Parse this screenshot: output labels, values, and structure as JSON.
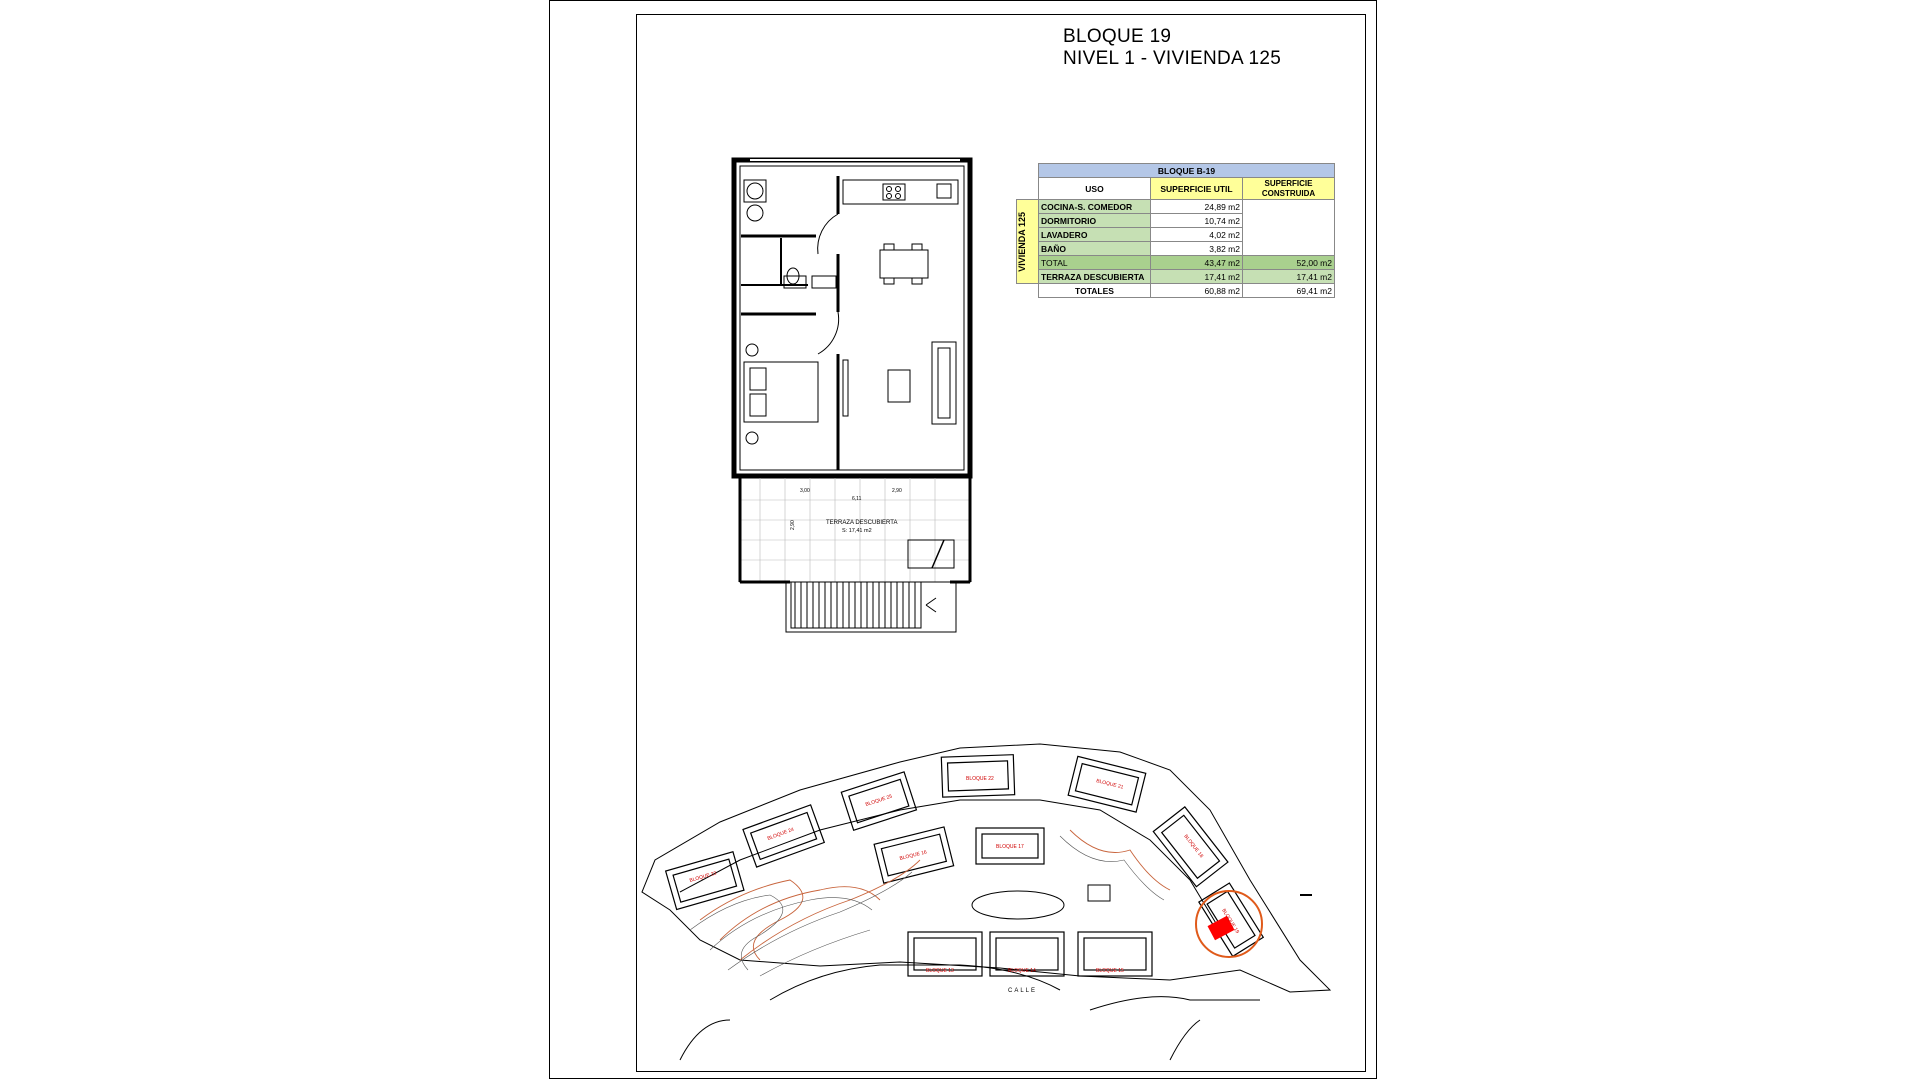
{
  "document": {
    "title_line1": "BLOQUE 19",
    "title_line2": "NIVEL 1 - VIVIENDA 125"
  },
  "area_table": {
    "header": "BLOQUE B-19",
    "col_uso": "USO",
    "col_util": "SUPERFICIE UTIL",
    "col_construida": "SUPERFICIE CONSTRUIDA",
    "side_label": "VIVIENDA 125",
    "rows": [
      {
        "uso": "COCINA-S. COMEDOR",
        "util": "24,89 m2",
        "construida": ""
      },
      {
        "uso": "DORMITORIO",
        "util": "10,74 m2",
        "construida": ""
      },
      {
        "uso": "LAVADERO",
        "util": "4,02 m2",
        "construida": ""
      },
      {
        "uso": "BAÑO",
        "util": "3,82 m2",
        "construida": ""
      }
    ],
    "total": {
      "uso": "TOTAL",
      "util": "43,47 m2",
      "construida": "52,00 m2"
    },
    "terraza": {
      "uso": "TERRAZA DESCUBIERTA",
      "util": "17,41 m2",
      "construida": "17,41 m2"
    },
    "totales": {
      "uso": "TOTALES",
      "util": "60,88 m2",
      "construida": "69,41 m2"
    }
  },
  "floor_plan": {
    "terrace_label": "TERRAZA DESCUBIERTA",
    "terrace_area": "S: 17,41 m2",
    "dims": [
      "3,00",
      "2,90",
      "6,11",
      "2,90"
    ]
  },
  "site_plan": {
    "blocks": [
      "BLOQUE 23",
      "BLOQUE 24",
      "BLOQUE 25",
      "BLOQUE 22",
      "BLOQUE 21",
      "BLOQUE 16",
      "BLOQUE 17",
      "BLOQUE 18",
      "BLOQUE 19",
      "BLOQUE 13",
      "BLOQUE 14",
      "BLOQUE 15"
    ],
    "street_label": "CALLE",
    "highlight_color": "#ff0000",
    "circle_color": "#e05a1a",
    "contour_color": "#c8643c"
  }
}
